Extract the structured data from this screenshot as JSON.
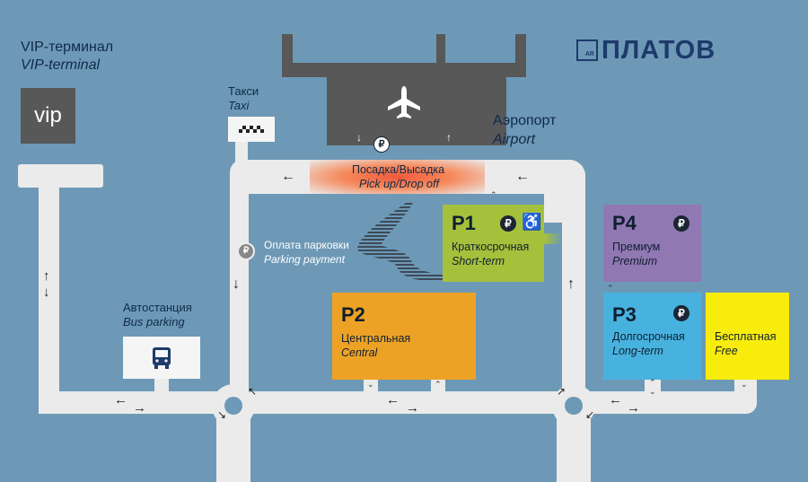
{
  "brand": {
    "logo_box": "AR",
    "name": "ПЛАТОВ"
  },
  "vip": {
    "title_ru": "VIP-терминал",
    "title_en": "VIP-terminal",
    "badge": "vip"
  },
  "taxi": {
    "title_ru": "Такси",
    "title_en": "Taxi"
  },
  "airport": {
    "title_ru": "Аэропорт",
    "title_en": "Airport"
  },
  "pickup": {
    "title_ru": "Посадка/Высадка",
    "title_en": "Pick up/Drop off"
  },
  "payment": {
    "title_ru": "Оплата парковки",
    "title_en": "Parking payment"
  },
  "bus": {
    "title_ru": "Автостанция",
    "title_en": "Bus parking"
  },
  "lots": {
    "p1": {
      "code": "P1",
      "ru": "Краткосрочная",
      "en": "Short-term",
      "color": "#a5c13c"
    },
    "p2": {
      "code": "P2",
      "ru": "Центральная",
      "en": "Central",
      "color": "#eda226"
    },
    "p3": {
      "code": "P3",
      "ru": "Долгосрочная",
      "en": "Long-term",
      "color": "#48b2df"
    },
    "p4": {
      "code": "P4",
      "ru": "Премиум",
      "en": "Premium",
      "color": "#9078b3"
    },
    "free": {
      "ru": "Бесплатная",
      "en": "Free",
      "color": "#f8ec0d"
    }
  },
  "symbols": {
    "ruble": "₽",
    "accessible": "♿"
  },
  "icons": [
    "airplane-icon",
    "taxi-icon",
    "bus-icon",
    "ruble-icon",
    "wheelchair-icon",
    "arrow-icon"
  ],
  "colors": {
    "background": "#6d99b7",
    "road": "#ebebeb",
    "terminal": "#585858",
    "navy": "#1d3a6a",
    "pickup_red": "#f26441"
  }
}
